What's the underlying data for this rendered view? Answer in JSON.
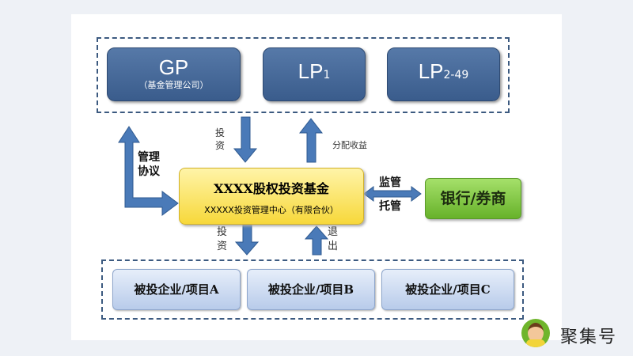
{
  "top": {
    "gp_title": "GP",
    "gp_sub": "（基金管理公司）",
    "lp1": "LP",
    "lp1_sub": "1",
    "lp2": "LP",
    "lp2_sub": "2-49"
  },
  "arrows": {
    "invest_down": "投\n资",
    "distribute": "分配收益",
    "mgmt_1": "管理",
    "mgmt_2": "协议",
    "supervise": "监管",
    "custody": "托管",
    "invest_bottom_1": "投",
    "invest_bottom_2": "资",
    "exit_1": "退",
    "exit_2": "出"
  },
  "fund": {
    "title": "XXXX股权投资基金",
    "subtitle": "XXXXX投资管理中心（有限合伙）"
  },
  "bank": "银行/券商",
  "projects": [
    "被投企业/项目A",
    "被投企业/项目B",
    "被投企业/项目C"
  ],
  "watermark": "聚集号"
}
